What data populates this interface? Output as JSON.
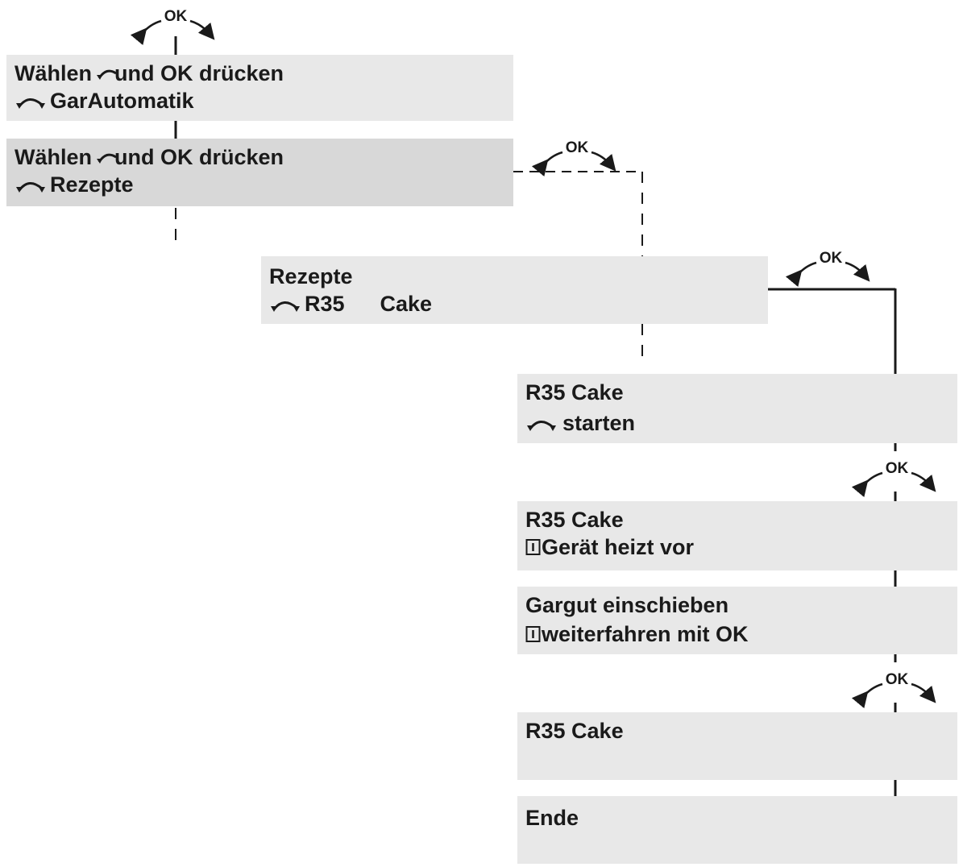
{
  "ok_label": "OK",
  "screens": [
    {
      "id": "s1",
      "line1_a": "Wählen",
      "line1_b": "und OK drücken",
      "line2": "GarAutomatik"
    },
    {
      "id": "s2",
      "line1_a": "Wählen",
      "line1_b": "und OK drücken",
      "line2": "Rezepte"
    },
    {
      "id": "s3",
      "line1": "Rezepte",
      "line2_a": "R35",
      "line2_b": "Cake"
    },
    {
      "id": "s4",
      "line1": "R35 Cake",
      "line2": "starten"
    },
    {
      "id": "s5",
      "line1": "R35 Cake",
      "line2": "Gerät heizt vor"
    },
    {
      "id": "s6",
      "line1": "Gargut einschieben",
      "line2": "weiterfahren mit OK"
    },
    {
      "id": "s7",
      "line1": "R35 Cake"
    },
    {
      "id": "s8",
      "line1": "Ende"
    }
  ],
  "icons": {
    "rotary": "rotary-knob-icon",
    "display": "display-indicator-icon"
  },
  "colors": {
    "box_light": "#e8e8e8",
    "box_dark": "#d8d8d8",
    "ink": "#1a1a1a"
  }
}
